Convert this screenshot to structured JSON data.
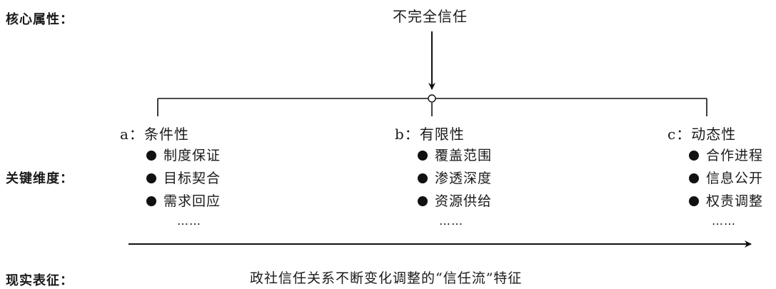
{
  "rows": {
    "core_attribute": "核心属性：",
    "key_dimensions": "关键维度：",
    "real_manifestation": "现实表征："
  },
  "root": "不完全信任",
  "dimensions": [
    {
      "prefix": "a：",
      "name": "条件性",
      "items": [
        "制度保证",
        "目标契合",
        "需求回应"
      ],
      "more": "……"
    },
    {
      "prefix": "b：",
      "name": "有限性",
      "items": [
        "覆盖范围",
        "渗透深度",
        "资源供给"
      ],
      "more": "……"
    },
    {
      "prefix": "c：",
      "name": "动态性",
      "items": [
        "合作进程",
        "信息公开",
        "权责调整"
      ],
      "more": "……"
    }
  ],
  "conclusion": "政社信任关系不断变化调整的“信任流”特征"
}
